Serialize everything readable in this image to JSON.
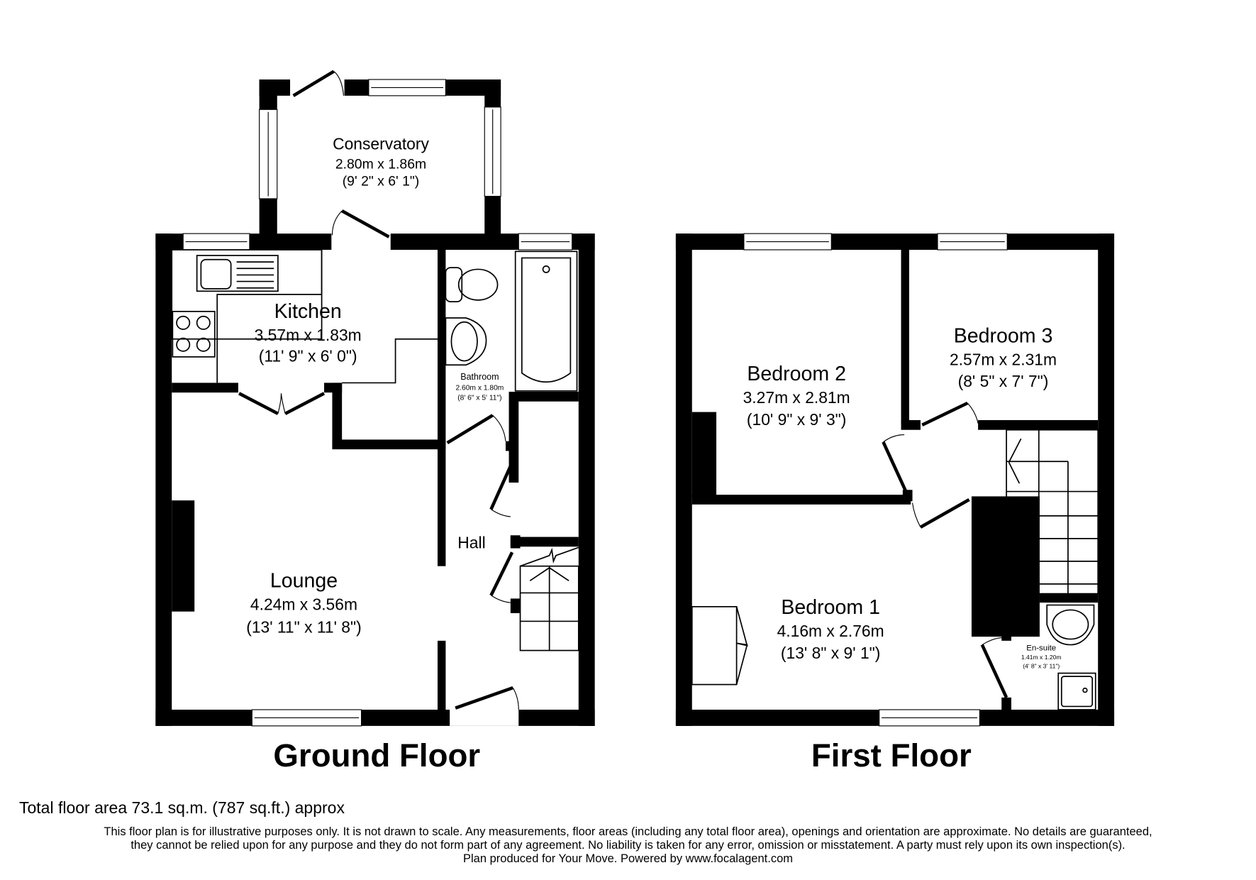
{
  "floors": [
    {
      "title": "Ground Floor",
      "rooms": [
        {
          "name": "Conservatory",
          "metric": "2.80m x 1.86m",
          "imperial": "(9' 2\" x 6' 1\")"
        },
        {
          "name": "Kitchen",
          "metric": "3.57m x 1.83m",
          "imperial": "(11' 9\" x 6' 0\")"
        },
        {
          "name": "Bathroom",
          "metric": "2.60m x 1.80m",
          "imperial": "(8' 6\" x 5' 11\")"
        },
        {
          "name": "Hall"
        },
        {
          "name": "Lounge",
          "metric": "4.24m x 3.56m",
          "imperial": "(13' 11\" x 11' 8\")"
        }
      ]
    },
    {
      "title": "First Floor",
      "rooms": [
        {
          "name": "Bedroom 2",
          "metric": "3.27m x 2.81m",
          "imperial": "(10' 9\" x 9' 3\")"
        },
        {
          "name": "Bedroom 3",
          "metric": "2.57m x 2.31m",
          "imperial": "(8' 5\" x 7' 7\")"
        },
        {
          "name": "Bedroom 1",
          "metric": "4.16m x 2.76m",
          "imperial": "(13' 8\" x 9' 1\")"
        },
        {
          "name": "En-suite",
          "metric": "1.41m x 1.20m",
          "imperial": "(4' 8\" x 3' 11\")"
        }
      ]
    }
  ],
  "footer": {
    "total_area": "Total floor area 73.1 sq.m. (787 sq.ft.) approx",
    "disclaimer_line1": "This floor plan is for illustrative purposes only. It is not drawn to scale. Any measurements, floor areas (including any total floor area), openings and orientation are approximate. No details are guaranteed,",
    "disclaimer_line2": "they cannot be relied upon for any purpose and they do not form part of any agreement. No liability is taken for any error, omission or misstatement. A party must rely upon its own inspection(s).",
    "credit": "Plan produced for Your Move. Powered by www.focalagent.com"
  },
  "colors": {
    "wall": "#000000",
    "background": "#ffffff"
  }
}
